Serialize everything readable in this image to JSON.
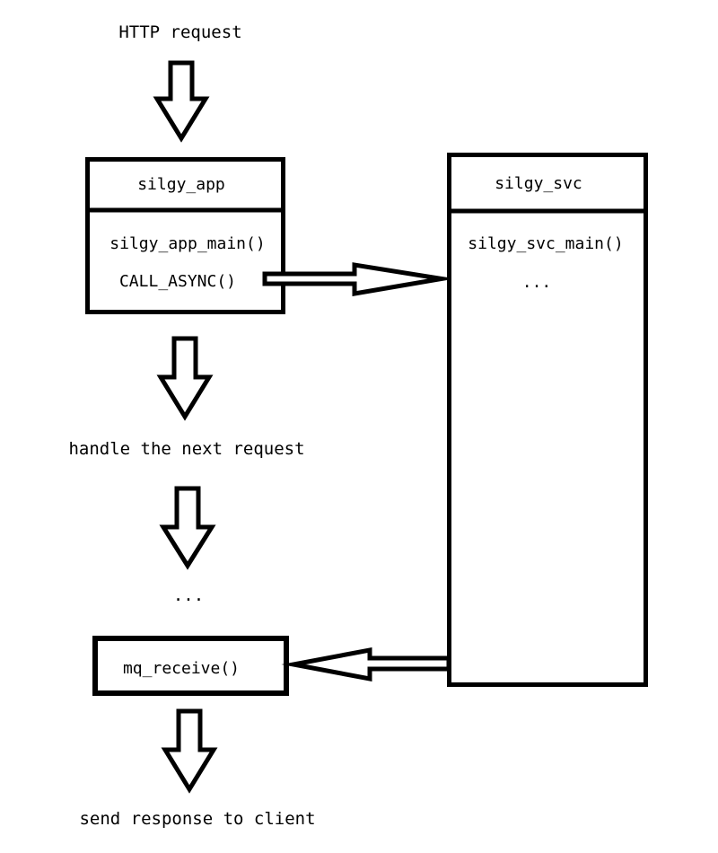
{
  "diagram": {
    "labels": {
      "http_request": "HTTP request",
      "handle_next_request": "handle the next request",
      "ellipsis": "...",
      "send_response": "send response to client"
    },
    "app_box": {
      "title": "silgy_app",
      "line1": "silgy_app_main()",
      "line2": "CALL_ASYNC()"
    },
    "svc_box": {
      "title": "silgy_svc",
      "line1": "silgy_svc_main()",
      "line2": "..."
    },
    "mq_box": {
      "label": "mq_receive()"
    },
    "colors": {
      "line": "#000000",
      "background": "#ffffff"
    }
  }
}
